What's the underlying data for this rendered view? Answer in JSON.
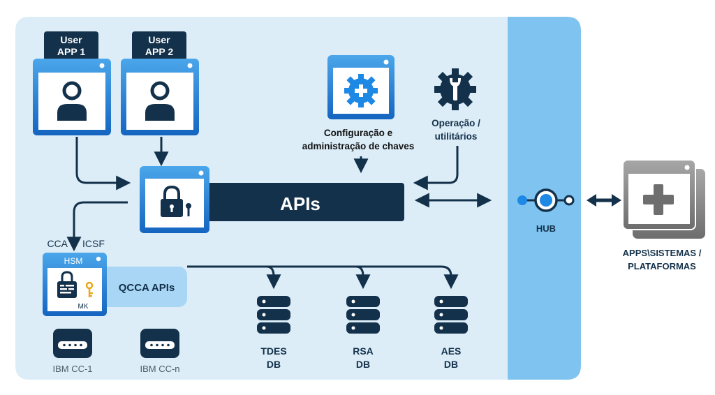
{
  "apps": [
    {
      "tab_line1": "User",
      "tab_line2": "APP 1"
    },
    {
      "tab_line1": "User",
      "tab_line2": "APP 2"
    }
  ],
  "apis_label": "APIs",
  "config": {
    "line1": "Configuração e",
    "line2": "administração de chaves"
  },
  "operacao": {
    "line1": "Operação /",
    "line2": "utilitários"
  },
  "hub_label": "HUB",
  "cca_label": "CCA",
  "icsf_label": "ICSF",
  "hsm": {
    "label": "HSM",
    "mk_label": "MK"
  },
  "qcca_label": "QCCA APIs",
  "ibm_cards": [
    {
      "label": "IBM CC-1"
    },
    {
      "label": "IBM CC-n"
    }
  ],
  "databases": [
    {
      "line1": "TDES",
      "line2": "DB"
    },
    {
      "line1": "RSA",
      "line2": "DB"
    },
    {
      "line1": "AES",
      "line2": "DB"
    }
  ],
  "external": {
    "line1": "APPS\\SISTEMAS /",
    "line2": "PLATAFORMAS"
  },
  "colors": {
    "panel_bg": "#dcedf8",
    "hub_band": "#7fc3f0",
    "navy": "#13314a",
    "accent_blue": "#1e88e5"
  }
}
